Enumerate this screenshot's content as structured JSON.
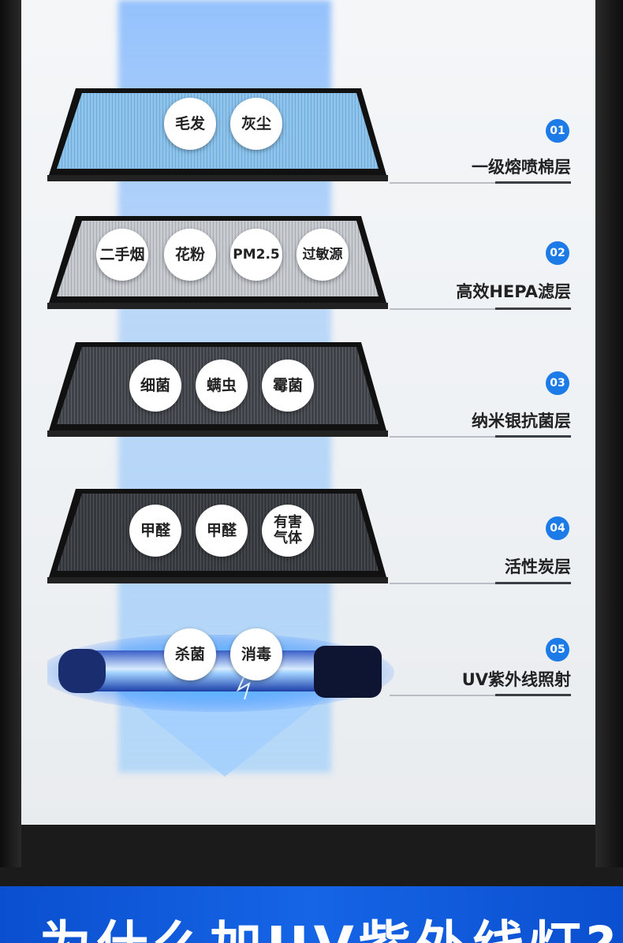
{
  "layers": [
    {
      "num": "01",
      "label": "一级熔喷棉层",
      "tags": [
        "毛发",
        "灰尘"
      ]
    },
    {
      "num": "02",
      "label": "高效HEPA滤层",
      "tags": [
        "二手烟",
        "花粉",
        "PM2.5",
        "过敏源"
      ]
    },
    {
      "num": "03",
      "label": "纳米银抗菌层",
      "tags": [
        "细菌",
        "螨虫",
        "霉菌"
      ]
    },
    {
      "num": "04",
      "label": "活性炭层",
      "tags": [
        "甲醛",
        "甲醛",
        "有害",
        "气体"
      ]
    },
    {
      "num": "05",
      "label": "UV紫外线照射",
      "tags": [
        "杀菌",
        "消毒"
      ]
    }
  ],
  "banner": {
    "title": "为什么加UV紫外线灯?"
  },
  "colors": {
    "accent": "#1d7be8",
    "banner": "#1565e6",
    "beam": "#4696ff"
  }
}
